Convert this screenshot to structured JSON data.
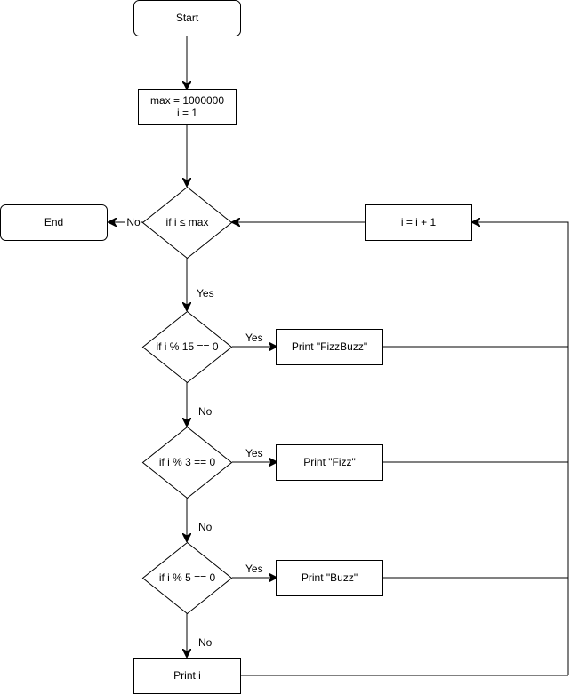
{
  "flowchart": {
    "start": "Start",
    "init_line1": "max = 1000000",
    "init_line2": "i = 1",
    "loop_condition": "if i ≤ max",
    "end": "End",
    "increment": "i = i + 1",
    "cond_fizzbuzz": "if i % 15 == 0",
    "print_fizzbuzz": "Print \"FizzBuzz\"",
    "cond_fizz": "if i % 3 == 0",
    "print_fizz": "Print \"Fizz\"",
    "cond_buzz": "if i % 5 == 0",
    "print_buzz": "Print \"Buzz\"",
    "print_i": "Print i",
    "labels": {
      "no_end": "No",
      "yes_loop": "Yes",
      "yes_fizzbuzz": "Yes",
      "no_fizzbuzz": "No",
      "yes_fizz": "Yes",
      "no_fizz": "No",
      "yes_buzz": "Yes",
      "no_buzz": "No"
    }
  }
}
